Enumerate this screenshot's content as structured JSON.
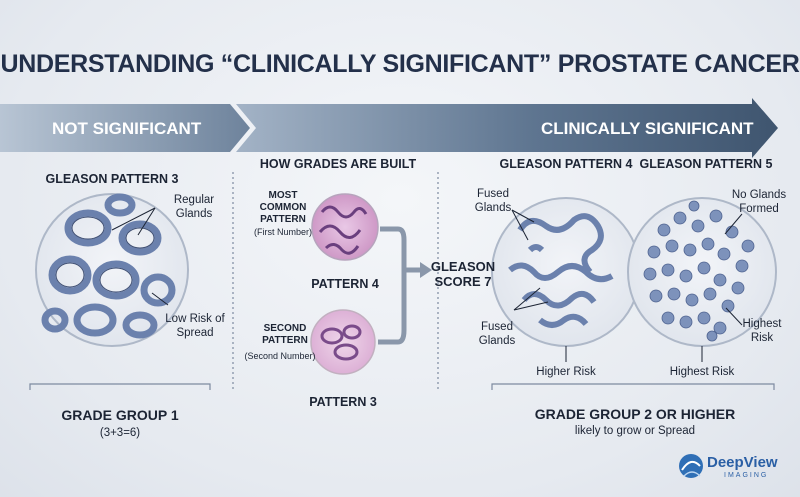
{
  "title": "UNDERSTANDING “CLINICALLY SIGNIFICANT” PROSTATE CANCER",
  "arrows": {
    "left": "NOT SIGNIFICANT",
    "right": "CLINICALLY SIGNIFICANT"
  },
  "left_panel": {
    "heading": "GLEASON PATTERN 3",
    "label_regular": "Regular Glands",
    "label_low_risk": "Low Risk of Spread",
    "group": "GRADE GROUP 1",
    "group_sub": "(3+3=6)"
  },
  "middle_panel": {
    "heading": "HOW GRADES ARE BUILT",
    "most_common": "MOST COMMON PATTERN",
    "first_number": "(First Number)",
    "pattern_top": "PATTERN 4",
    "second_pattern": "SECOND PATTERN",
    "second_number": "(Second Number)",
    "pattern_bottom": "PATTERN 3",
    "score": "GLEASON SCORE 7"
  },
  "right_panel": {
    "heading4": "GLEASON PATTERN 4",
    "heading5": "GLEASON PATTERN 5",
    "fused_top": "Fused Glands",
    "fused_bottom": "Fused Glands",
    "higher_risk": "Higher Risk",
    "no_glands": "No Glands Formed",
    "highest_risk_side": "Highest Risk",
    "highest_risk_bottom": "Highest Risk",
    "group": "GRADE GROUP 2 OR HIGHER",
    "group_sub": "likely to grow or Spread"
  },
  "logo": {
    "name": "DeepView",
    "sub": "IMAGING"
  },
  "colors": {
    "arrow": "#4d6480",
    "tissue": "#6b81ad",
    "pink": "#c98fc0"
  }
}
